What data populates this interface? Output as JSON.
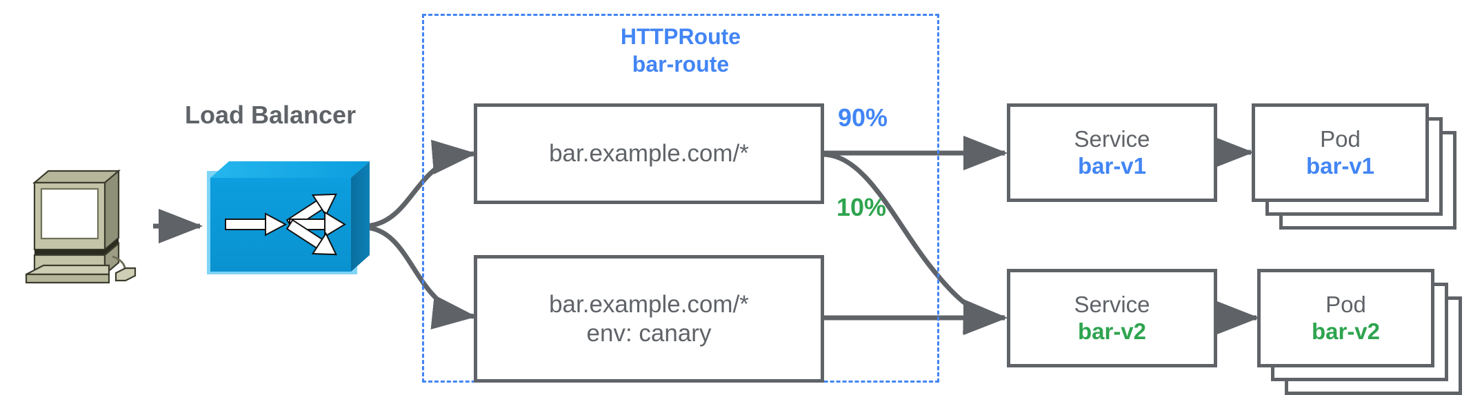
{
  "diagram": {
    "title_region": {
      "label_line1": "HTTPRoute",
      "label_line2": "bar-route",
      "color": "#4285f4",
      "style": "dashed-border"
    },
    "client": {
      "icon": "desktop-computer-icon",
      "label": ""
    },
    "load_balancer": {
      "title": "Load Balancer",
      "icon": "load-balancer-cube-icon",
      "color": "#0b9ad6"
    },
    "match_rules": [
      {
        "id": "rule-primary",
        "lines": [
          "bar.example.com/*"
        ],
        "weight_label": "90%",
        "weight_color": "#4285f4"
      },
      {
        "id": "rule-canary",
        "lines": [
          "bar.example.com/*",
          "env: canary"
        ],
        "weight_label": "10%",
        "weight_color": "#2ea44f"
      }
    ],
    "backends": [
      {
        "id": "backend-v1",
        "service": {
          "kind": "Service",
          "name": "bar-v1",
          "color": "#4285f4"
        },
        "pod": {
          "kind": "Pod",
          "name": "bar-v1",
          "color": "#4285f4",
          "replicas": 3
        }
      },
      {
        "id": "backend-v2",
        "service": {
          "kind": "Service",
          "name": "bar-v2",
          "color": "#2ea44f"
        },
        "pod": {
          "kind": "Pod",
          "name": "bar-v2",
          "color": "#2ea44f",
          "replicas": 3
        }
      }
    ],
    "colors": {
      "stroke_gray": "#5f6368",
      "accent_blue": "#4285f4",
      "accent_green": "#2ea44f",
      "lb_blue": "#0b9ad6",
      "background": "#ffffff"
    }
  }
}
